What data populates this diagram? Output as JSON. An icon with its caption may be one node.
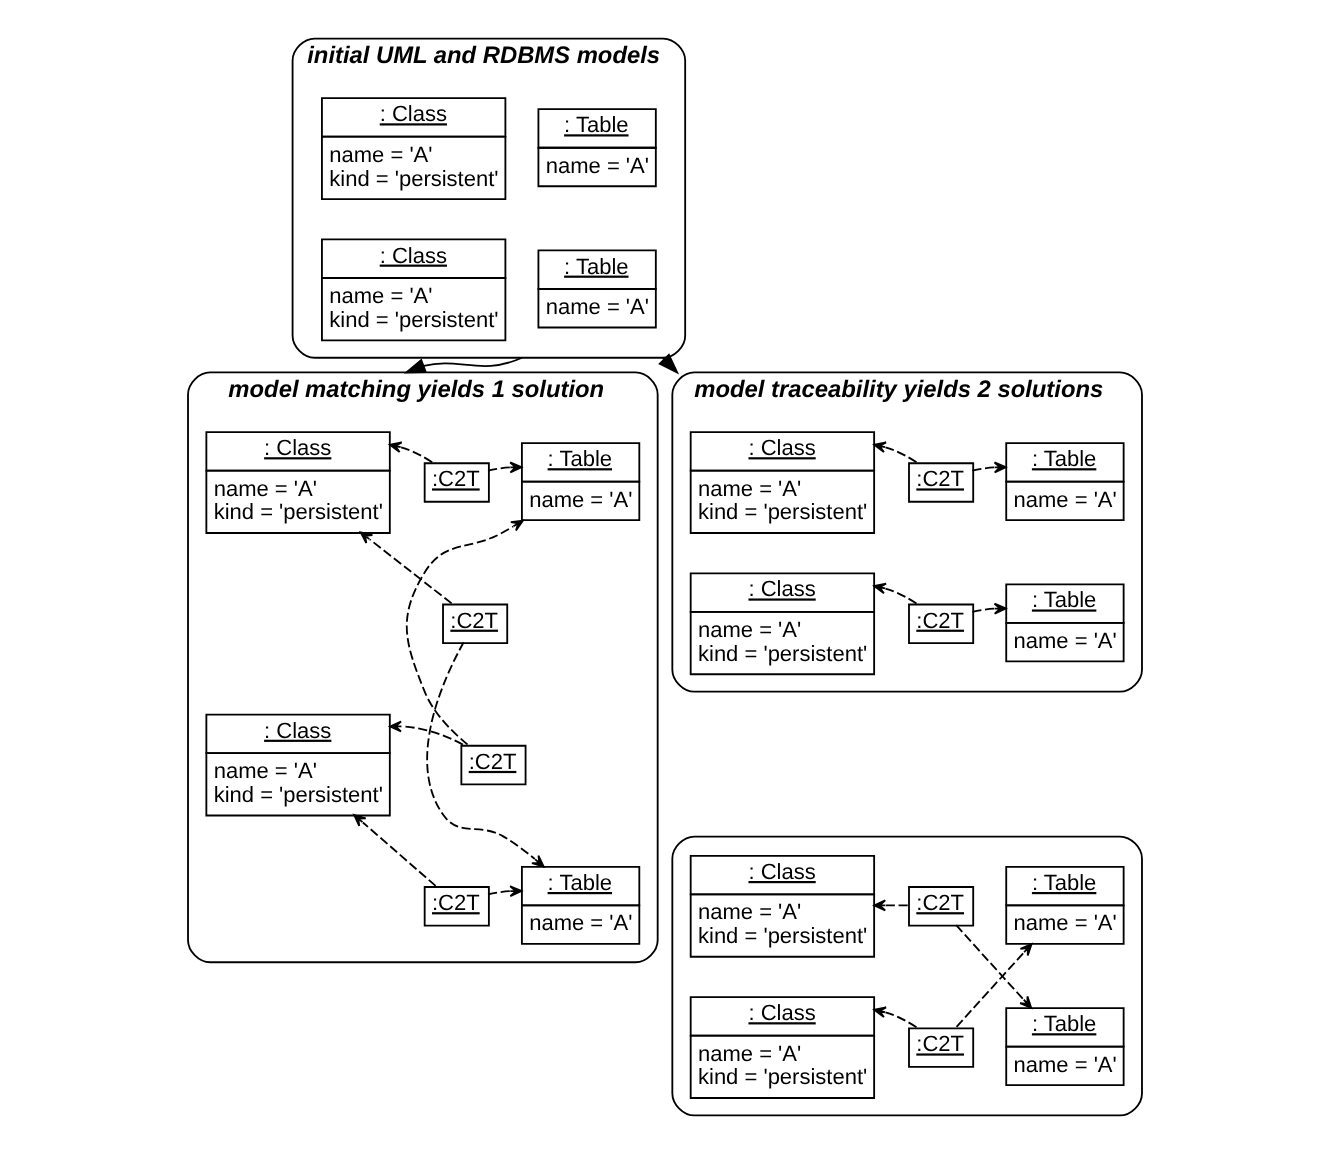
{
  "diagram": {
    "nodes": [
      {
        "text": [
          "initial UML and RDBMS models"
        ]
      },
      {
        "text": [
          ": Class",
          "name = 'A'",
          "kind = 'persistent'"
        ],
        "in": 0
      },
      {
        "text": [
          ": Class",
          "name = 'A'",
          "kind = 'persistent'"
        ],
        "in": 0
      },
      {
        "text": [
          ": Table",
          "name = 'A'"
        ],
        "in": 0
      },
      {
        "text": [
          ": Table",
          "name = 'A'"
        ],
        "in": 0
      },
      {
        "text": [
          "model matching yields 1 solution"
        ]
      },
      {
        "text": [
          ": Class",
          "name = 'A'",
          "kind = 'persistent'"
        ],
        "in": 5
      },
      {
        "text": [
          ": Class",
          "name = 'A'",
          "kind = 'persistent'"
        ],
        "in": 5
      },
      {
        "text": [
          ":C2T"
        ],
        "in": 5
      },
      {
        "text": [
          ":C2T"
        ],
        "in": 5
      },
      {
        "text": [
          ":C2T"
        ],
        "in": 5
      },
      {
        "text": [
          ":C2T"
        ],
        "in": 5
      },
      {
        "text": [
          ": Table",
          "name = 'A'"
        ],
        "in": 5
      },
      {
        "text": [
          ": Table",
          "name = 'A'"
        ],
        "in": 5
      },
      {
        "text": [
          "model traceability yields 2 solutions"
        ]
      },
      {
        "text": [
          ": Class",
          "name = 'A'",
          "kind = 'persistent'"
        ],
        "in": 14
      },
      {
        "text": [
          ": Class",
          "name = 'A'",
          "kind = 'persistent'"
        ],
        "in": 14
      },
      {
        "text": [
          ":C2T"
        ],
        "in": 14
      },
      {
        "text": [
          ":C2T"
        ],
        "in": 14
      },
      {
        "text": [
          ": Table",
          "name = 'A'"
        ],
        "in": 14
      },
      {
        "text": [
          ": Table",
          "name = 'A'"
        ],
        "in": 14
      },
      {
        "text": [],
        "shape": "box"
      },
      {
        "text": [
          ": Class",
          "name = 'A'",
          "kind = 'persistent'"
        ],
        "in": 21
      },
      {
        "text": [
          ": Class",
          "name = 'A'",
          "kind = 'persistent'"
        ],
        "in": 21
      },
      {
        "text": [
          ":C2T"
        ],
        "in": 21
      },
      {
        "text": [
          ":C2T"
        ],
        "in": 21
      },
      {
        "text": [
          ": Table",
          "name = 'A'"
        ],
        "in": 21
      },
      {
        "text": [
          ": Table",
          "name = 'A'"
        ],
        "in": 21
      }
    ],
    "edges": [
      {
        "from": 0,
        "to": 5,
        "arrow": "to"
      },
      {
        "from": 0,
        "to": 14,
        "arrow": "to"
      },
      {
        "from": 8,
        "to": 6,
        "arrow": "to",
        "style": "dashed"
      },
      {
        "from": 8,
        "to": 12,
        "arrow": "to",
        "style": "dashed"
      },
      {
        "from": 9,
        "to": 6,
        "arrow": "to",
        "style": "dashed"
      },
      {
        "from": 9,
        "to": 13,
        "arrow": "to",
        "style": "dashed"
      },
      {
        "from": 10,
        "to": 7,
        "arrow": "to",
        "style": "dashed"
      },
      {
        "from": 10,
        "to": 12,
        "arrow": "to",
        "style": "dashed"
      },
      {
        "from": 11,
        "to": 7,
        "arrow": "to",
        "style": "dashed"
      },
      {
        "from": 11,
        "to": 13,
        "arrow": "to",
        "style": "dashed"
      },
      {
        "from": 17,
        "to": 15,
        "arrow": "to",
        "style": "dashed"
      },
      {
        "from": 17,
        "to": 19,
        "arrow": "to",
        "style": "dashed"
      },
      {
        "from": 18,
        "to": 16,
        "arrow": "to",
        "style": "dashed"
      },
      {
        "from": 18,
        "to": 20,
        "arrow": "to",
        "style": "dashed"
      },
      {
        "from": 24,
        "to": 22,
        "arrow": "to",
        "style": "dashed"
      },
      {
        "from": 24,
        "to": 27,
        "arrow": "to",
        "style": "dashed"
      },
      {
        "from": 25,
        "to": 23,
        "arrow": "to",
        "style": "dashed"
      },
      {
        "from": 25,
        "to": 26,
        "arrow": "to",
        "style": "dashed"
      }
    ]
  }
}
